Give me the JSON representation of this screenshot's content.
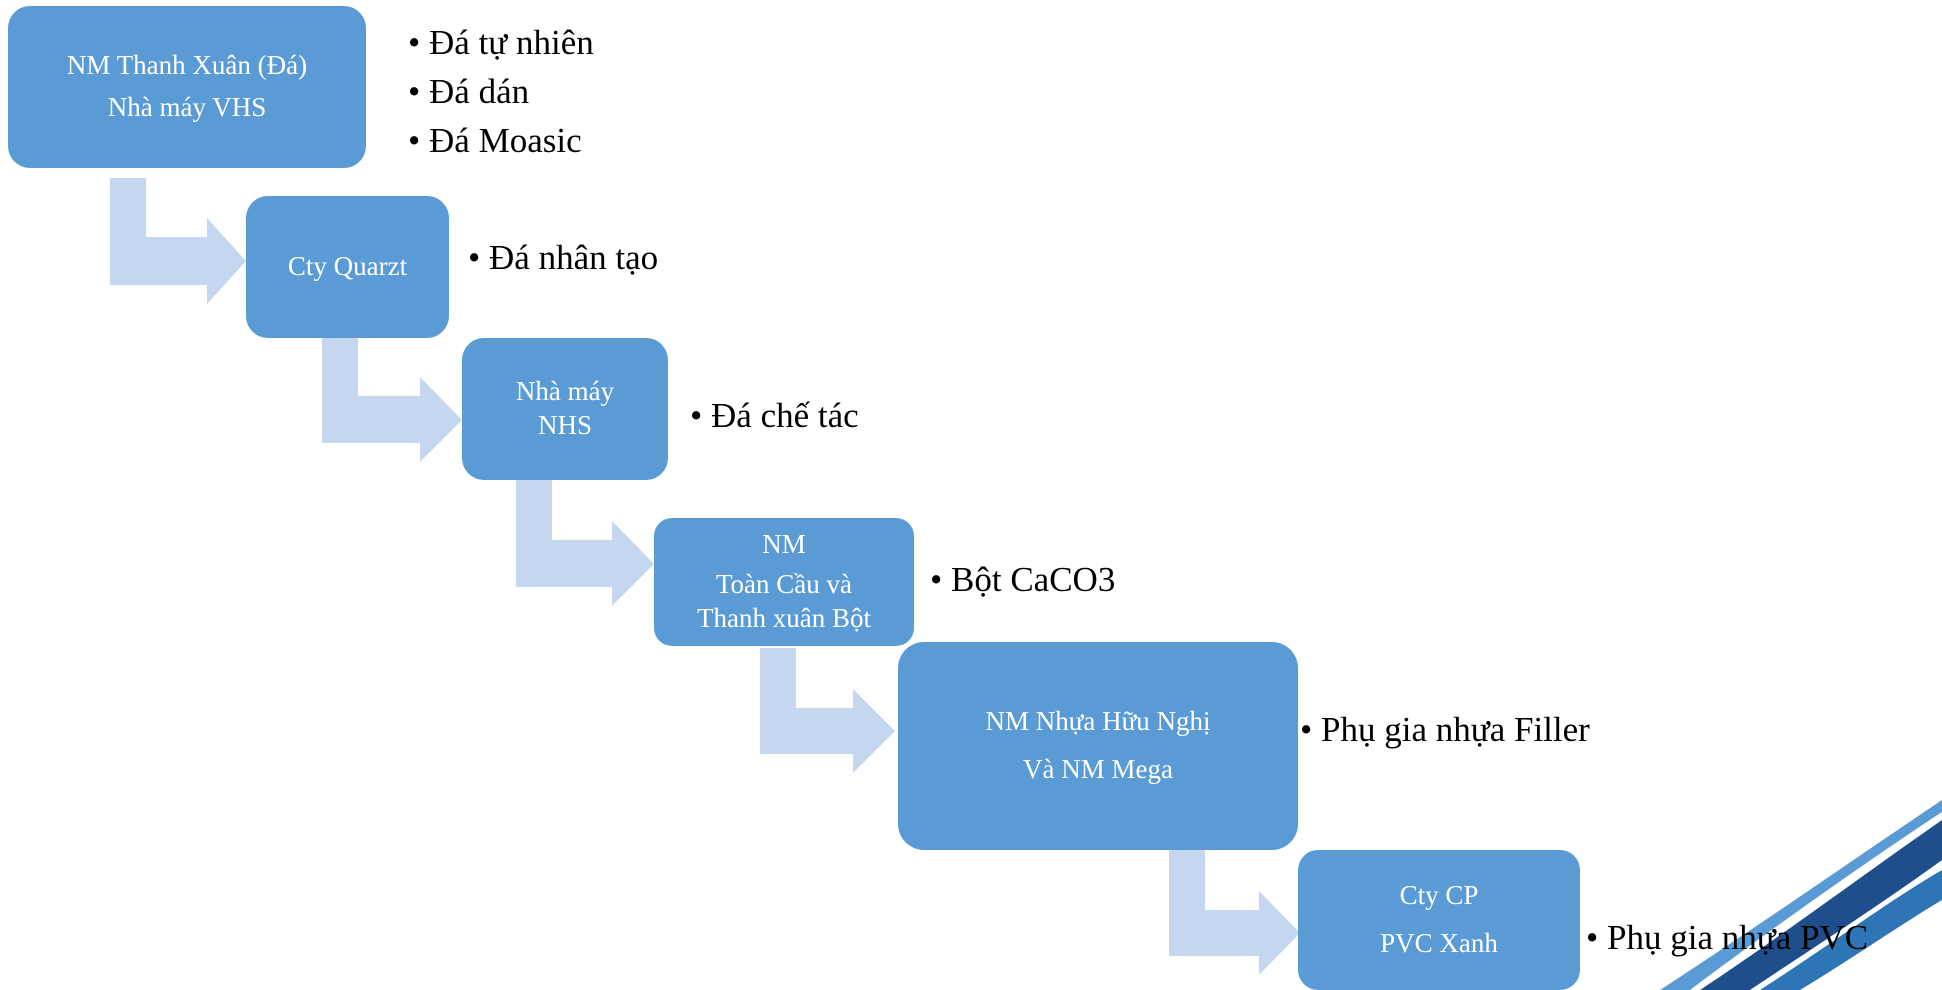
{
  "colors": {
    "box_fill": "#5b9bd5",
    "box_text": "#ffffff",
    "arrow_fill": "#c5d7ee",
    "bullet_text": "#000000",
    "swoosh_dark": "#1f4e8c",
    "swoosh_light": "#5b9bd5"
  },
  "steps": [
    {
      "box_lines": [
        "NM  Thanh Xuân (Đá)",
        "Nhà máy VHS"
      ],
      "bullets": [
        "Đá tự nhiên",
        "Đá dán",
        "Đá Moasic"
      ]
    },
    {
      "box_lines": [
        "Cty Quarzt"
      ],
      "bullets": [
        "Đá nhân tạo"
      ]
    },
    {
      "box_lines": [
        "Nhà máy",
        "NHS"
      ],
      "bullets": [
        "Đá chế tác"
      ]
    },
    {
      "box_lines": [
        "NM",
        "Toàn Cầu và",
        "Thanh xuân Bột"
      ],
      "bullets": [
        "Bột CaCO3"
      ]
    },
    {
      "box_lines": [
        "NM Nhựa Hữu Nghị",
        "Và NM Mega"
      ],
      "bullets": [
        "Phụ gia nhựa Filler"
      ]
    },
    {
      "box_lines": [
        "Cty CP",
        "PVC Xanh"
      ],
      "bullets": [
        "Phụ gia nhựa PVC"
      ]
    }
  ]
}
